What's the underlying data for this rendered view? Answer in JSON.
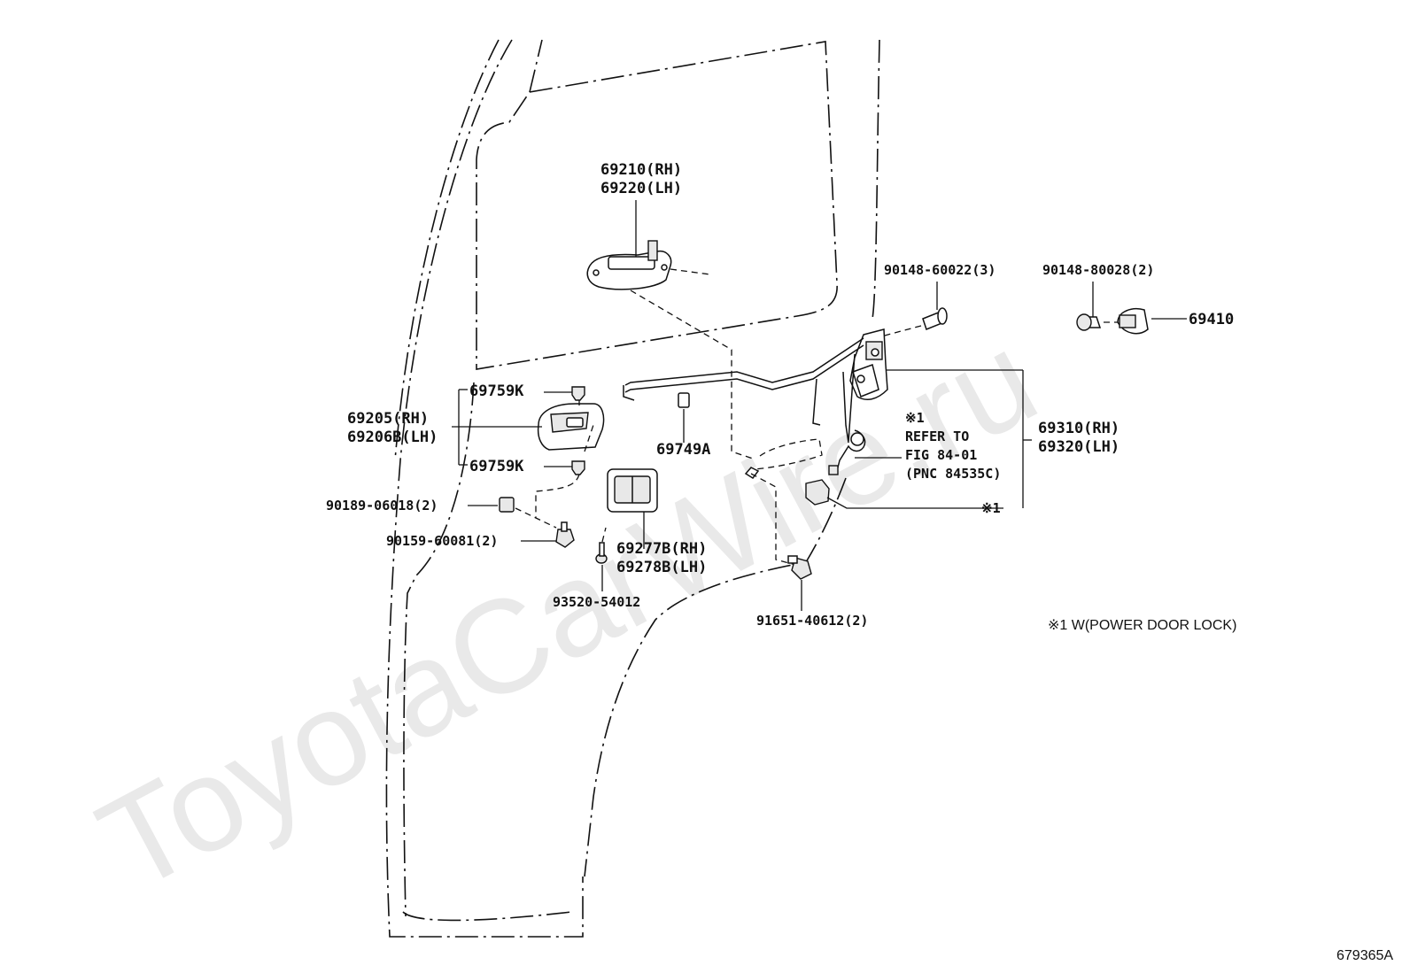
{
  "watermark": "ToyotaCarWire.ru",
  "figure_code": "679365A",
  "footnote": "※1 W(POWER DOOR LOCK)",
  "labels": {
    "p69210": "69210(RH)",
    "p69220": "69220(LH)",
    "p90148_60022": "90148-60022(3)",
    "p90148_80028": "90148-80028(2)",
    "p69410": "69410",
    "p69759k_top": "69759K",
    "p69759k_bottom": "69759K",
    "p69205": "69205(RH)",
    "p69206b": "69206B(LH)",
    "p69749a": "69749A",
    "p69310": "69310(RH)",
    "p69320": "69320(LH)",
    "ref_mark": "※1",
    "ref_line1": "REFER TO",
    "ref_line2": "FIG 84-01",
    "ref_line3": "(PNC 84535C)",
    "p90189": "90189-06018(2)",
    "p90159": "90159-60081(2)",
    "p69277b": "69277B(RH)",
    "p69278b": "69278B(LH)",
    "p93520": "93520-54012",
    "p91651": "91651-40612(2)",
    "mark1": "※1"
  },
  "icons": [
    "door-outline",
    "outside-handle",
    "inside-handle",
    "door-lock-assembly",
    "striker",
    "screw",
    "clip",
    "bolt",
    "lock-rod",
    "bezel",
    "actuator",
    "switch"
  ]
}
